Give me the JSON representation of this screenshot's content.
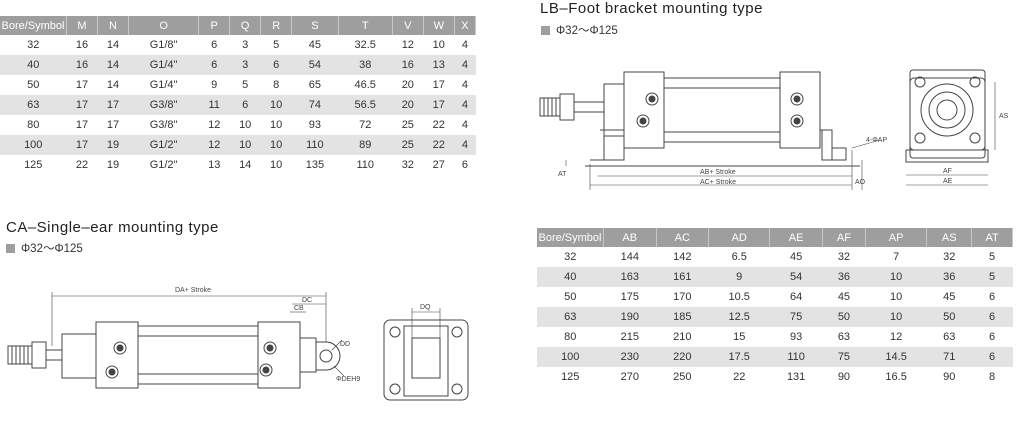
{
  "table_top": {
    "headers": [
      "Bore/Symbol",
      "M",
      "N",
      "O",
      "P",
      "Q",
      "R",
      "S",
      "T",
      "V",
      "W",
      "X"
    ],
    "rows": [
      [
        "32",
        "16",
        "14",
        "G1/8\"",
        "6",
        "3",
        "5",
        "45",
        "32.5",
        "12",
        "10",
        "4"
      ],
      [
        "40",
        "16",
        "14",
        "G1/4\"",
        "6",
        "3",
        "6",
        "54",
        "38",
        "16",
        "13",
        "4"
      ],
      [
        "50",
        "17",
        "14",
        "G1/4\"",
        "9",
        "5",
        "8",
        "65",
        "46.5",
        "20",
        "17",
        "4"
      ],
      [
        "63",
        "17",
        "17",
        "G3/8\"",
        "11",
        "6",
        "10",
        "74",
        "56.5",
        "20",
        "17",
        "4"
      ],
      [
        "80",
        "17",
        "17",
        "G3/8\"",
        "12",
        "10",
        "10",
        "93",
        "72",
        "25",
        "22",
        "4"
      ],
      [
        "100",
        "17",
        "19",
        "G1/2\"",
        "12",
        "10",
        "10",
        "110",
        "89",
        "25",
        "22",
        "4"
      ],
      [
        "125",
        "22",
        "19",
        "G1/2\"",
        "13",
        "14",
        "10",
        "135",
        "110",
        "32",
        "27",
        "6"
      ]
    ]
  },
  "lb": {
    "title": "LB–Foot bracket mounting type",
    "range": "Φ32～Φ125",
    "labels": {
      "ab_stroke": "AB+ Stroke",
      "ac_stroke": "AC+ Stroke",
      "ao": "AO",
      "at": "AT",
      "ap": "4-ΦAP",
      "as": "AS",
      "af": "AF",
      "ae": "AE"
    }
  },
  "ca": {
    "title": "CA–Single–ear mounting type",
    "range": "Φ32～Φ125",
    "labels": {
      "da_stroke": "DA+ Stroke",
      "dc": "DC",
      "cb": "CB",
      "dd": "DD",
      "deh9": "ΦDEH9",
      "dq": "DQ"
    }
  },
  "table_bottom": {
    "headers": [
      "Bore/Symbol",
      "AB",
      "AC",
      "AD",
      "AE",
      "AF",
      "AP",
      "AS",
      "AT"
    ],
    "rows": [
      [
        "32",
        "144",
        "142",
        "6.5",
        "45",
        "32",
        "7",
        "32",
        "5"
      ],
      [
        "40",
        "163",
        "161",
        "9",
        "54",
        "36",
        "10",
        "36",
        "5"
      ],
      [
        "50",
        "175",
        "170",
        "10.5",
        "64",
        "45",
        "10",
        "45",
        "6"
      ],
      [
        "63",
        "190",
        "185",
        "12.5",
        "75",
        "50",
        "10",
        "50",
        "6"
      ],
      [
        "80",
        "215",
        "210",
        "15",
        "93",
        "63",
        "12",
        "63",
        "6"
      ],
      [
        "100",
        "230",
        "220",
        "17.5",
        "110",
        "75",
        "14.5",
        "71",
        "6"
      ],
      [
        "125",
        "270",
        "250",
        "22",
        "131",
        "90",
        "16.5",
        "90",
        "8"
      ]
    ]
  }
}
